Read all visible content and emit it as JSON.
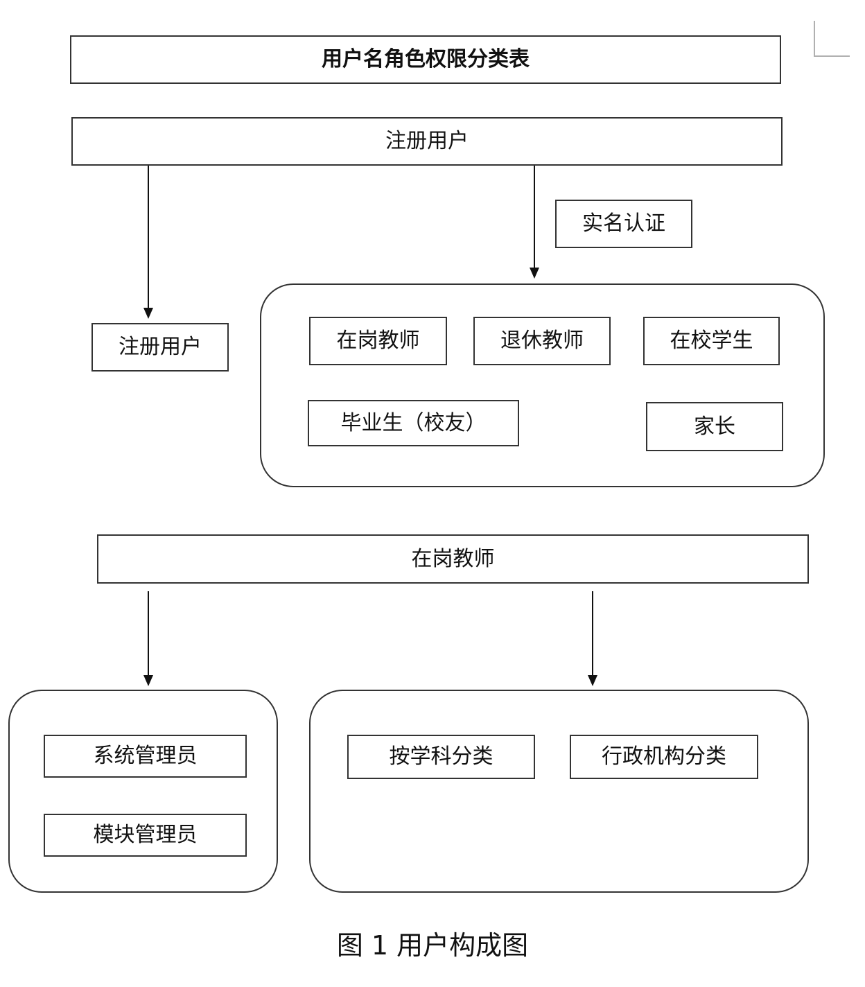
{
  "title": "用户名角色权限分类表",
  "registered_user": {
    "header": "注册用户",
    "left_node": "注册用户",
    "verification_label": "实名认证",
    "verified_roles": {
      "row1": [
        "在岗教师",
        "退休教师",
        "在校学生"
      ],
      "row2": [
        "毕业生（校友）",
        "家长"
      ]
    }
  },
  "active_teacher": {
    "header": "在岗教师",
    "admin_roles": [
      "系统管理员",
      "模块管理员"
    ],
    "classifications": [
      "按学科分类",
      "行政机构分类"
    ]
  },
  "caption": "图 1 用户构成图"
}
